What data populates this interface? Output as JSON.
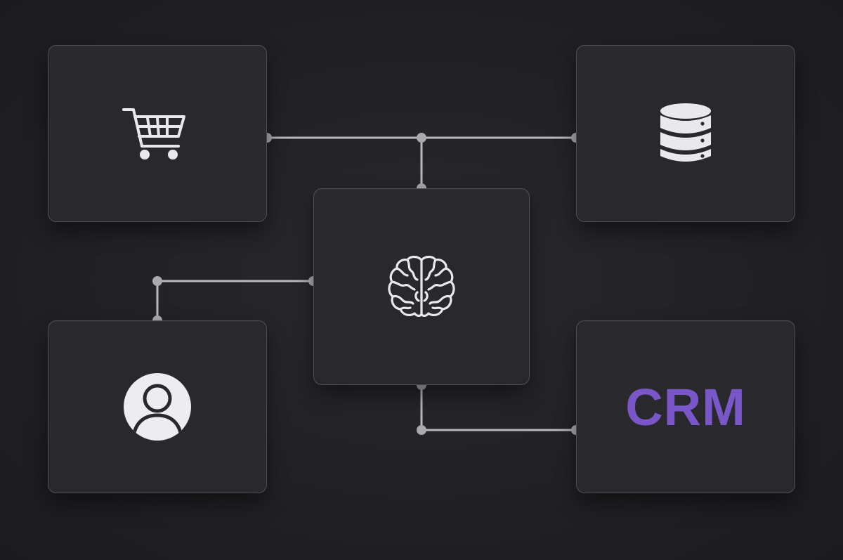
{
  "diagram": {
    "nodes": [
      {
        "id": "cart",
        "icon": "shopping-cart-icon"
      },
      {
        "id": "database",
        "icon": "database-icon"
      },
      {
        "id": "brain",
        "icon": "brain-icon"
      },
      {
        "id": "user",
        "icon": "user-avatar-icon"
      },
      {
        "id": "crm",
        "label": "CRM"
      }
    ],
    "edges": [
      {
        "from": "cart",
        "to": "database"
      },
      {
        "from": "brain",
        "to": "cart-database-link"
      },
      {
        "from": "brain",
        "to": "user"
      },
      {
        "from": "brain",
        "to": "crm"
      }
    ]
  },
  "colors": {
    "background": "#1f1f22",
    "node_fill": "#29292d",
    "node_border": "#4e4e57",
    "wire": "#b9b9bf",
    "icon": "#e9e9ec",
    "crm_accent": "#7a57c9"
  }
}
